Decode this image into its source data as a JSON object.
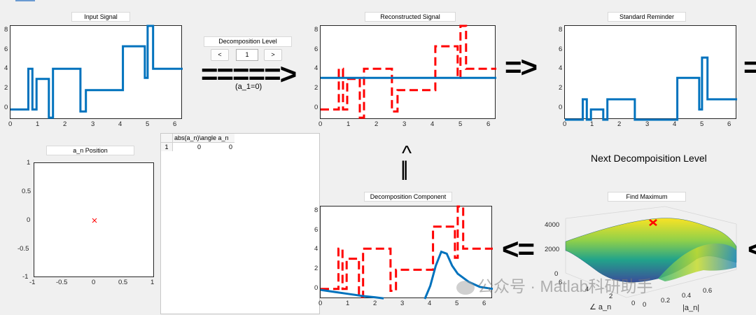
{
  "panels": {
    "input": {
      "title": "Input Signal",
      "yticks": [
        "8",
        "6",
        "4",
        "2",
        "0"
      ],
      "xticks": [
        "0",
        "1",
        "2",
        "3",
        "4",
        "5",
        "6"
      ]
    },
    "reconstructed": {
      "title": "Reconstructed Signal",
      "yticks": [
        "8",
        "6",
        "4",
        "2",
        "0"
      ],
      "xticks": [
        "0",
        "1",
        "2",
        "3",
        "4",
        "5",
        "6"
      ]
    },
    "reminder": {
      "title": "Standard Reminder",
      "yticks": [
        "8",
        "6",
        "4",
        "2",
        "0"
      ],
      "xticks": [
        "0",
        "1",
        "2",
        "3",
        "4",
        "5",
        "6"
      ]
    },
    "position": {
      "title": "a_n Position",
      "yticks": [
        "1",
        "0.5",
        "0",
        "-0.5",
        "-1"
      ],
      "xticks": [
        "-1",
        "-0.5",
        "0",
        "0.5",
        "1"
      ]
    },
    "component": {
      "title": "Decomposition Component",
      "yticks": [
        "8",
        "6",
        "4",
        "2",
        "0"
      ],
      "xticks": [
        "0",
        "1",
        "2",
        "3",
        "4",
        "5",
        "6"
      ]
    },
    "maximum": {
      "title": "Find Maximum",
      "zticks": [
        "4000",
        "2000",
        "0"
      ],
      "yticks": [
        "6",
        "4",
        "2",
        "0"
      ],
      "xticks": [
        "0",
        "0.2",
        "0.4",
        "0.6"
      ],
      "xlabel": "|a_n|",
      "ylabel": "∠ a_n"
    }
  },
  "decomposition": {
    "title": "Decomposition Level",
    "prev_label": "<",
    "value": "1",
    "next_label": ">",
    "info": "(a_1=0)"
  },
  "arrows": {
    "big_right": "=====>",
    "right_small": "=>",
    "up": "^",
    "up_bars": "||",
    "left": "<=",
    "edge_right": "=",
    "edge_left": "<"
  },
  "next_level_label": "Next Decompoisition Level",
  "table": {
    "header": "abs(a_n)\\angle a_n",
    "rows": [
      {
        "index": "1",
        "abs": "0",
        "angle": "0"
      }
    ]
  },
  "watermark": "公众号 · Matlab科研助手",
  "colors": {
    "signal_blue": "#0072bd",
    "signal_red": "#ff0000",
    "window_bg": "#f0f0f0"
  },
  "chart_data": [
    {
      "type": "line",
      "title": "Input Signal",
      "ylim": [
        -1,
        8.2
      ],
      "xlim": [
        0,
        6.28
      ],
      "series": [
        {
          "values_x": [
            0,
            0.65,
            0.65,
            0.8,
            0.8,
            0.95,
            0.95,
            1.4,
            1.4,
            1.55,
            1.55,
            2.55,
            2.55,
            2.75,
            2.75,
            4.1,
            4.1,
            4.9,
            4.9,
            5.0,
            5.0,
            5.2,
            5.2,
            6.28
          ],
          "values_y": [
            0,
            0,
            4,
            4,
            0,
            0,
            3,
            3,
            -0.8,
            -0.8,
            4,
            4,
            -0.2,
            -0.2,
            1.9,
            1.9,
            6.2,
            6.2,
            3.1,
            3.1,
            8.2,
            8.2,
            4,
            4
          ]
        }
      ]
    },
    {
      "type": "line",
      "title": "Reconstructed Signal",
      "ylim": [
        -1,
        8.2
      ],
      "xlim": [
        0,
        6.28
      ],
      "series": [
        {
          "values_x": [
            0,
            6.28
          ],
          "values_y": [
            3.1,
            3.1
          ]
        }
      ]
    },
    {
      "type": "line",
      "title": "Standard Reminder",
      "ylim": [
        -1,
        8.2
      ],
      "xlim": [
        0,
        6.28
      ],
      "series": [
        {
          "values_x": [
            0,
            0.65,
            0.65,
            0.8,
            0.8,
            0.95,
            0.95,
            1.4,
            1.4,
            1.55,
            1.55,
            2.55,
            2.55,
            4.1,
            4.1,
            4.9,
            4.9,
            5.0,
            5.0,
            5.2,
            5.2,
            6.28
          ],
          "values_y": [
            -1,
            -1,
            1,
            1,
            -1,
            -1,
            0,
            0,
            -1,
            -1,
            1,
            1,
            -1,
            -1,
            3.1,
            3.1,
            0,
            0,
            5.1,
            5.1,
            1,
            1
          ]
        }
      ]
    },
    {
      "type": "scatter",
      "title": "a_n Position",
      "xlim": [
        -1,
        1
      ],
      "ylim": [
        -1,
        1
      ],
      "series": [
        {
          "x": [
            0
          ],
          "y": [
            0
          ]
        }
      ]
    },
    {
      "type": "line",
      "title": "Decomposition Component",
      "ylim": [
        -1,
        8.2
      ],
      "xlim": [
        0,
        6.28
      ],
      "series": [
        {
          "values_x": [
            0,
            0.5,
            1,
            1.5,
            2,
            2.3
          ],
          "values_y": [
            -0.1,
            -0.3,
            -0.5,
            -0.7,
            -0.85,
            -0.95
          ]
        },
        {
          "values_x": [
            3.8,
            4.0,
            4.2,
            4.4,
            4.6,
            4.8,
            5.0,
            5.4,
            5.8,
            6.28
          ],
          "values_y": [
            -1,
            0.3,
            2.3,
            3.7,
            3.5,
            2.3,
            1.5,
            0.7,
            0.2,
            0
          ]
        }
      ]
    }
  ]
}
